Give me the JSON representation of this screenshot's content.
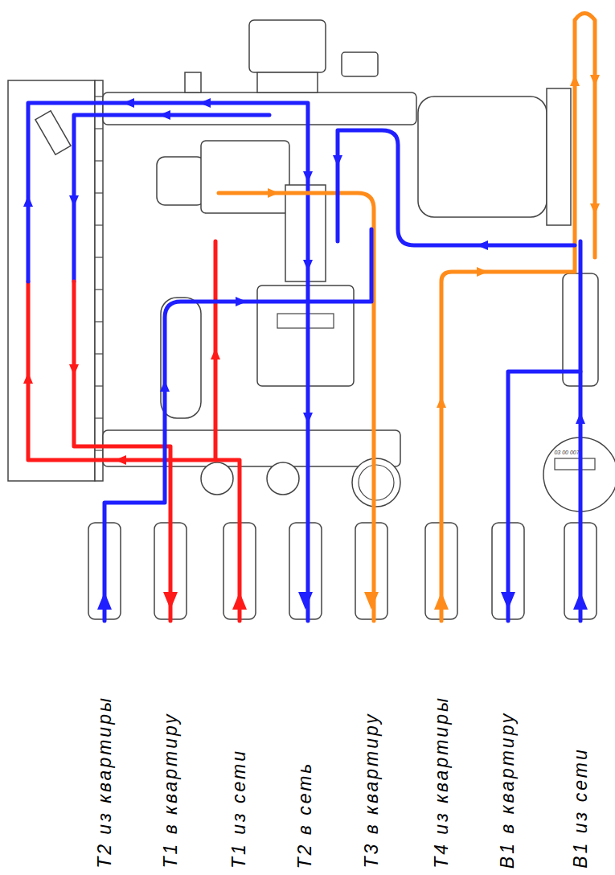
{
  "diagram": {
    "labels": [
      "Т2 из квартиры",
      "Т1 в квартиру",
      "Т1 из сети",
      "Т2 в сеть",
      "Т3 в квартиру",
      "Т4 из квартиры",
      "В1 в квартиру",
      "В1 из сети",
      "03 00 007"
    ]
  }
}
